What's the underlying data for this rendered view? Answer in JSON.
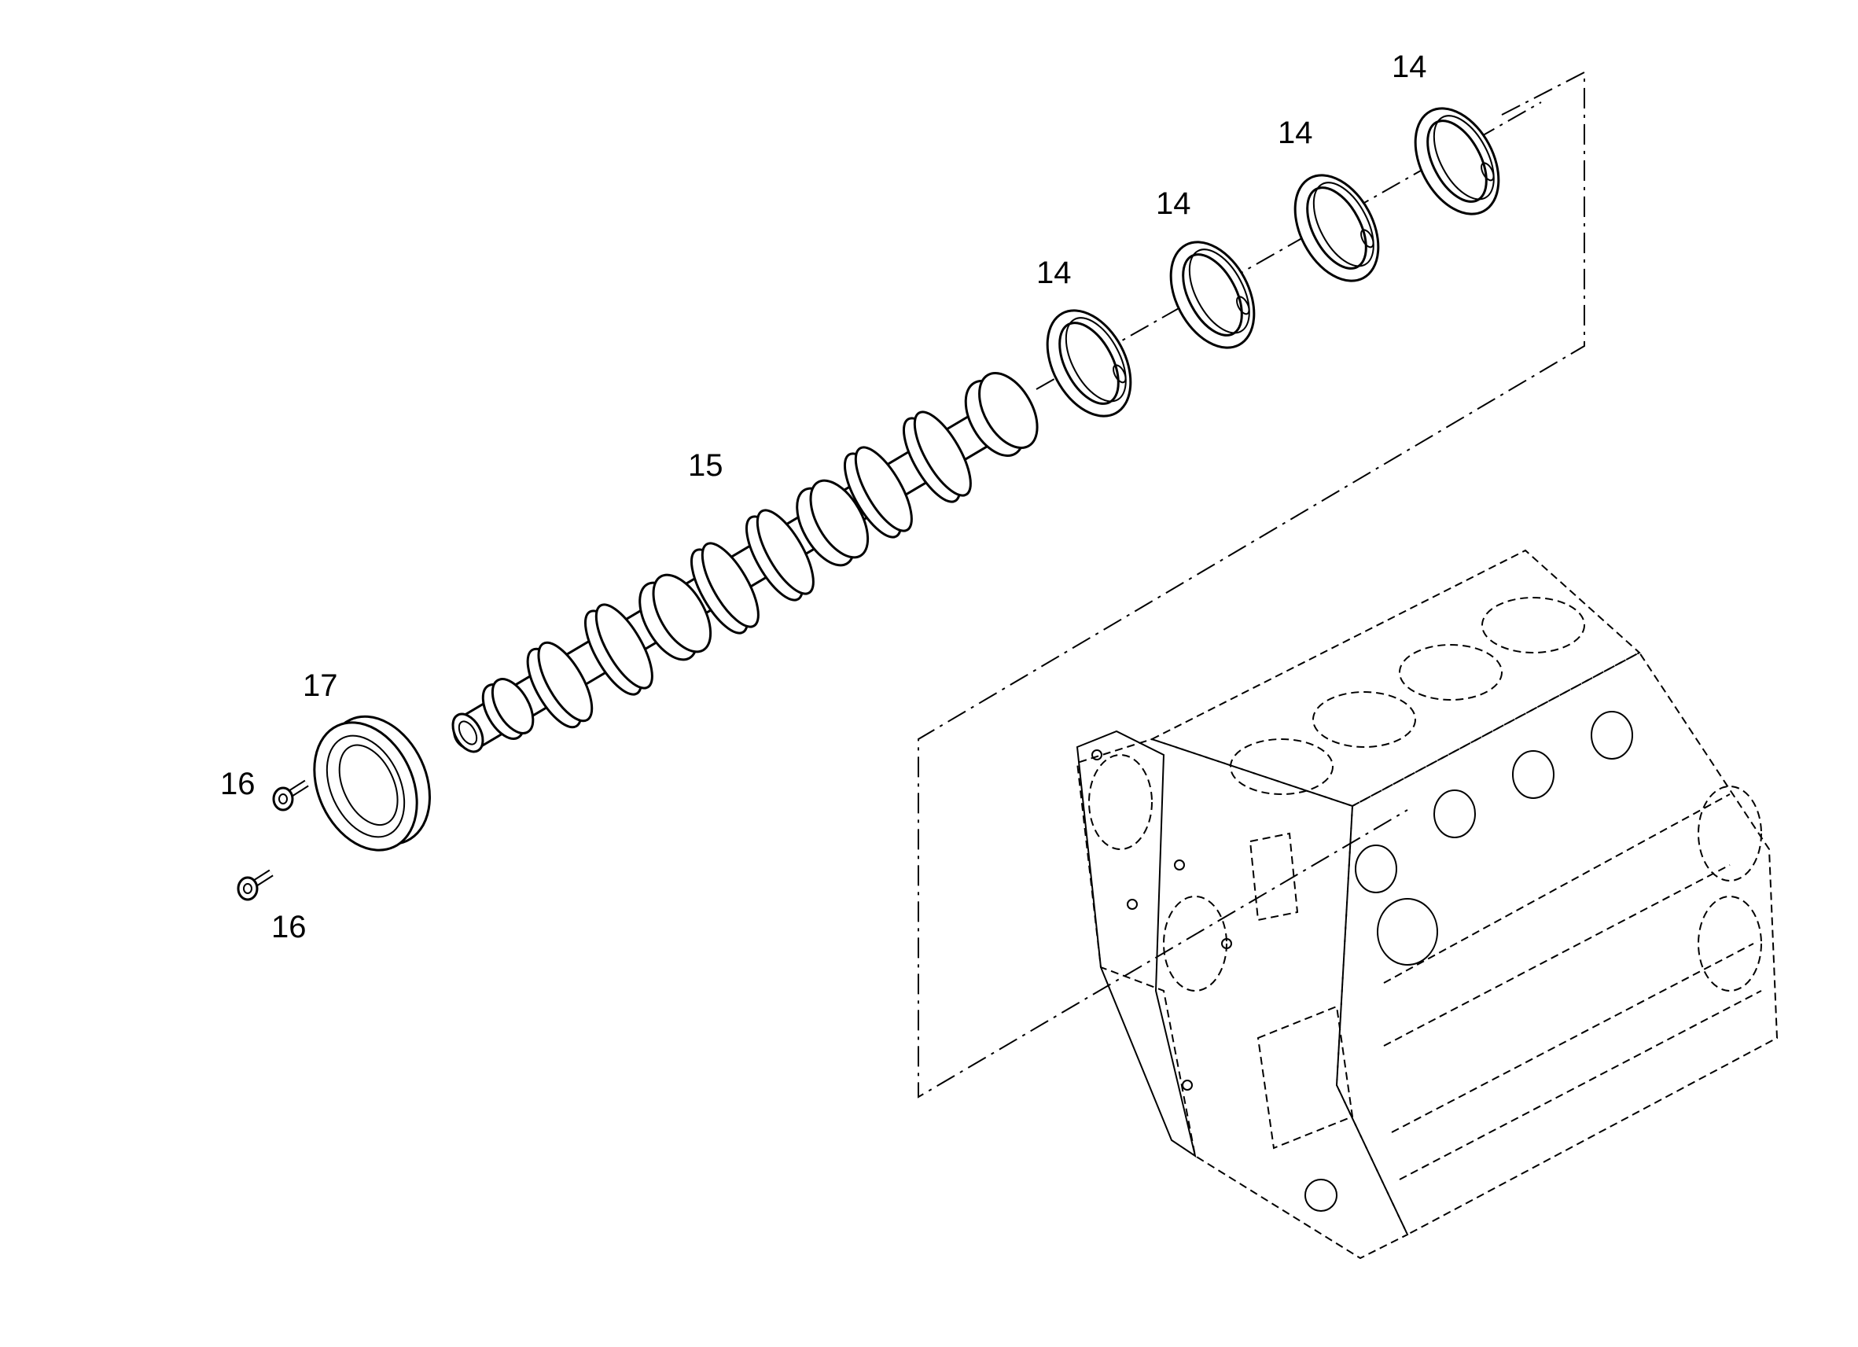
{
  "diagram": {
    "callouts": {
      "bush_1": "14",
      "bush_2": "14",
      "bush_3": "14",
      "bush_4": "14",
      "camshaft": "15",
      "screw_upper": "16",
      "screw_lower": "16",
      "bearing_cover": "17"
    },
    "line_color": "#000000",
    "background_color": "#ffffff"
  }
}
